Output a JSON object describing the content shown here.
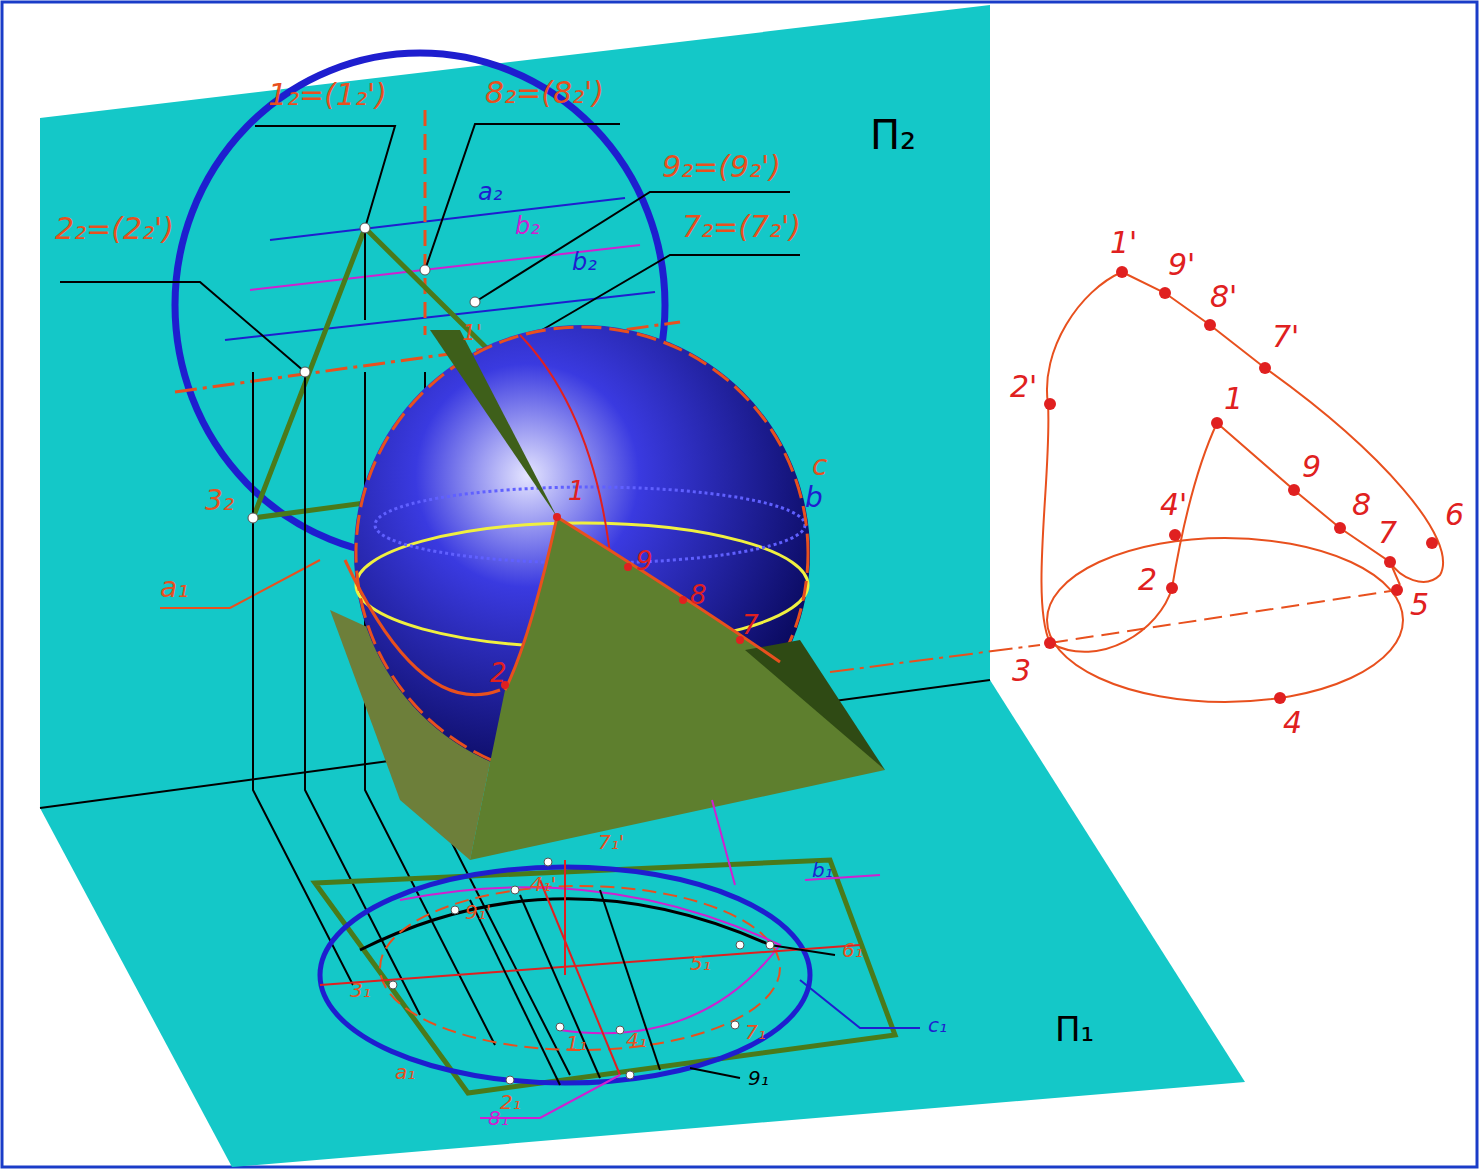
{
  "diagram": {
    "labels": [
      "Π₂",
      "1₂=(1₂')",
      "8₂=(8₂')",
      "9₂=(9₂')",
      "7₂=(7₂')",
      "2₂=(2₂')",
      "a₂",
      "b₂",
      "b₂",
      "1'",
      "3₂",
      "a₁",
      "c",
      "b",
      "1",
      "9",
      "8",
      "7",
      "2",
      "1'",
      "9'",
      "8'",
      "7'",
      "2'",
      "1",
      "9",
      "8",
      "7",
      "6",
      "4'",
      "2",
      "5",
      "3",
      "4",
      "7₁'",
      "b₁",
      "6₁",
      "5₁",
      "9₁'",
      "4₁'",
      "3₁",
      "1₁",
      "4₁",
      "7₁",
      "c₁",
      "a₁",
      "2₁",
      "9₁",
      "8₁",
      "Π₁"
    ]
  }
}
